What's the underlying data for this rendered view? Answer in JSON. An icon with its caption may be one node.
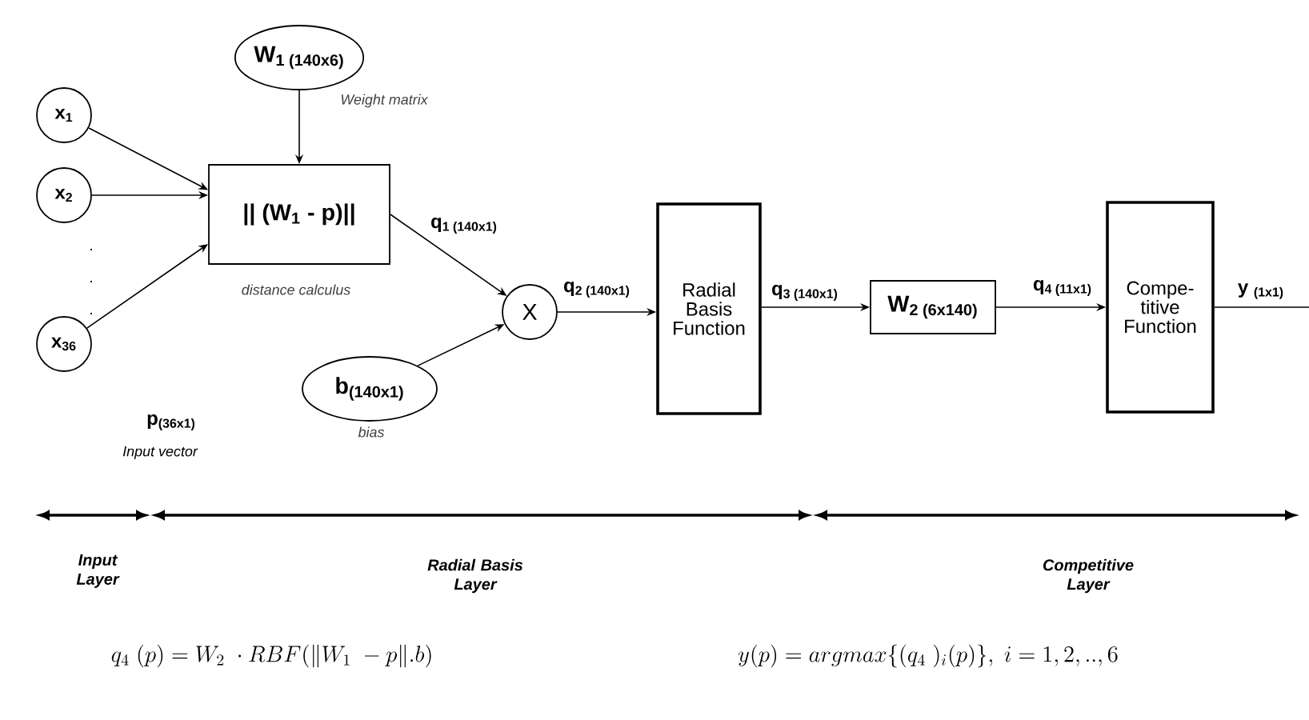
{
  "diagram": {
    "nodes": [
      {
        "text": [
          "x$_{1}$"
        ]
      },
      {
        "text": [
          "x$_{2}$"
        ]
      },
      {
        "text": [
          "x$_{36}$"
        ]
      },
      {
        "text": [
          "W$_{1 (140x6)}$"
        ],
        "beside": [
          "Weight matrix"
        ]
      },
      {
        "text": [
          "|| (W$_{1}$ - p)||"
        ],
        "beside": [
          "distance calculus"
        ]
      },
      {
        "text": [
          "X"
        ]
      },
      {
        "text": [
          "b$_{(140x1)}$"
        ],
        "beside": [
          "bias"
        ]
      },
      {
        "text": [
          "Radial Basis Function"
        ]
      },
      {
        "text": [
          "W$_{2 (6x140)}$"
        ]
      },
      {
        "text": [
          "Compe- titive Function"
        ]
      }
    ],
    "edges": [
      {
        "from": 0,
        "to": 4,
        "arrow": "to"
      },
      {
        "from": 1,
        "to": 4,
        "arrow": "to"
      },
      {
        "from": 2,
        "to": 4,
        "arrow": "to"
      },
      {
        "from": 3,
        "to": 4,
        "arrow": "to"
      },
      {
        "from": 4,
        "to": 5,
        "arrow": "to",
        "label": "q$_{1 (140x1)}$"
      },
      {
        "from": 6,
        "to": 5,
        "arrow": "to"
      },
      {
        "from": 5,
        "to": 7,
        "arrow": "to",
        "label": "q$_{2 (140x1)}$"
      },
      {
        "from": 7,
        "to": 8,
        "arrow": "to",
        "label": "q$_{3 (140x1)}$"
      },
      {
        "from": 8,
        "to": 9,
        "arrow": "to",
        "label": "q$_{4 (11x1)}$"
      },
      {
        "from": 9,
        "to": null,
        "arrow": "none",
        "label": "y $_{(1x1)}$"
      }
    ],
    "labels": [
      ".",
      ".",
      ".",
      "p$_{(36x1)}$",
      "Input vector",
      "Input Layer",
      "Radial Basis Layer",
      "Competitive Layer",
      "q_4\\ (p) = W_2\\ \\cdot RBF\\big(\\| W_1\\ - p\\| . b\\big)",
      "y(p) = argmax\\big\\{(q_4\\ )_i(p)\\big\\},\\ i = 1,2,..,6"
    ]
  }
}
